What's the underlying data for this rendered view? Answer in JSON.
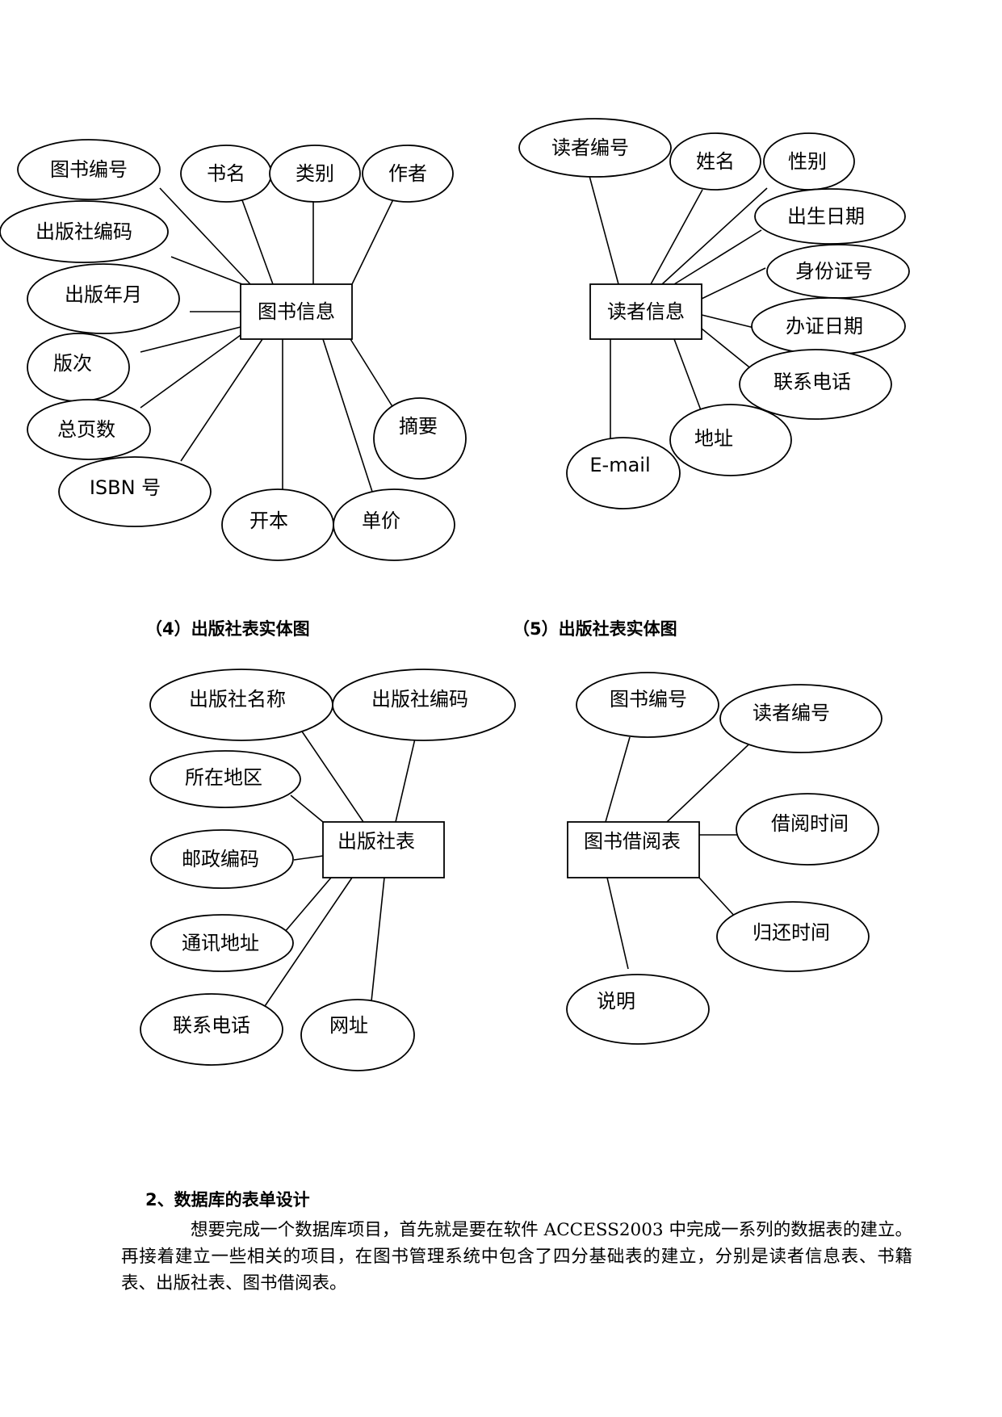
{
  "diagrams": {
    "book": {
      "entity": "图书信息",
      "attributes": [
        "图书编号",
        "书名",
        "类别",
        "作者",
        "出版社编码",
        "出版年月",
        "版次",
        "总页数",
        "ISBN 号",
        "开本",
        "单价",
        "摘要"
      ]
    },
    "reader": {
      "entity": "读者信息",
      "attributes": [
        "读者编号",
        "姓名",
        "性别",
        "出生日期",
        "身份证号",
        "办证日期",
        "联系电话",
        "地址",
        "E-mail"
      ]
    },
    "publisher": {
      "caption": "（4）出版社表实体图",
      "entity": "出版社表",
      "attributes": [
        "出版社名称",
        "出版社编码",
        "所在地区",
        "邮政编码",
        "通讯地址",
        "联系电话",
        "网址"
      ]
    },
    "borrow": {
      "caption": "（5）出版社表实体图",
      "entity": "图书借阅表",
      "attributes": [
        "图书编号",
        "读者编号",
        "借阅时间",
        "归还时间",
        "说明"
      ]
    }
  },
  "section": {
    "heading": "2、数据库的表单设计",
    "paragraph": "想要完成一个数据库项目，首先就是要在软件 ACCESS2003 中完成一系列的数据表的建立。再接着建立一些相关的项目，在图书管理系统中包含了四分基础表的建立，分别是读者信息表、书籍表、出版社表、图书借阅表。"
  }
}
